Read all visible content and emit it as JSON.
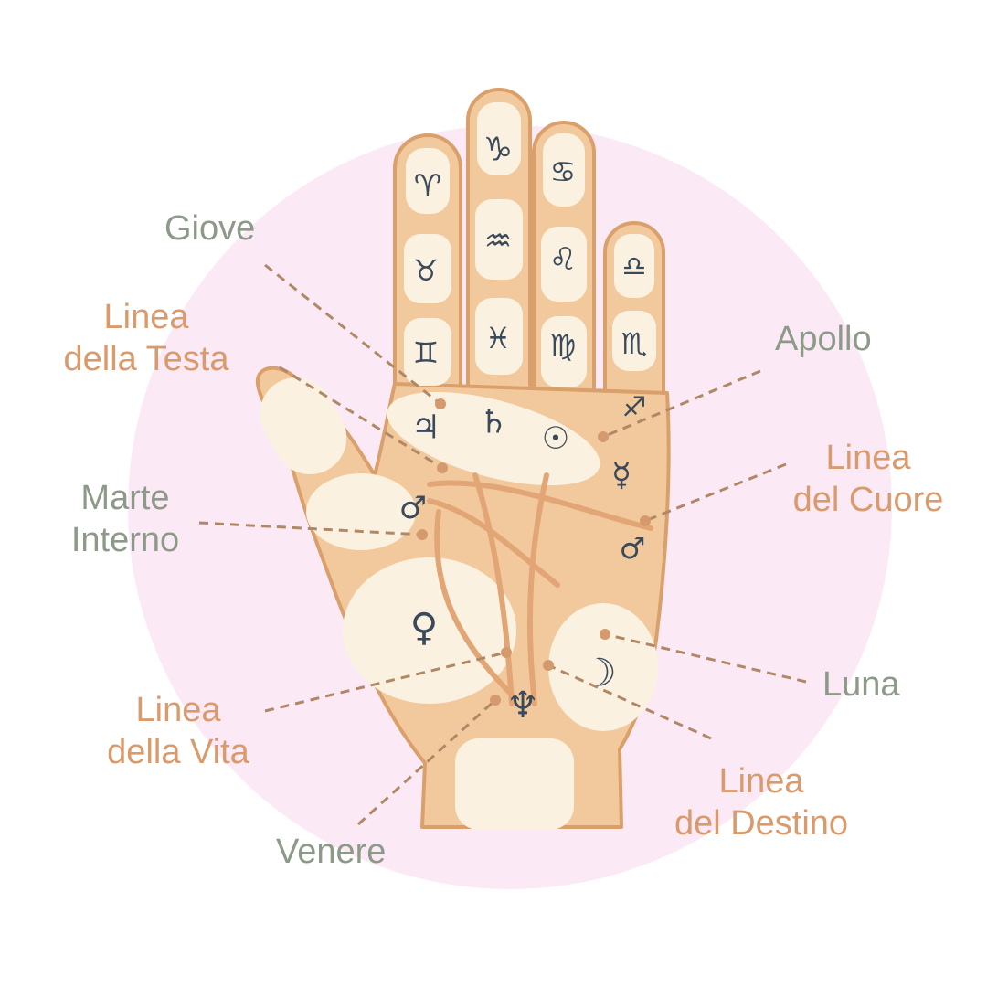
{
  "colors": {
    "background_circle": "#fbeaf6",
    "palm": "#f2c99c",
    "palm_outline": "#d9a06b",
    "pad": "#fbf1e1",
    "symbol": "#3a4a5a",
    "leader": "#b08866",
    "label_green": "#8d9a8a",
    "label_orange": "#d99a6c"
  },
  "labels": {
    "giove": "Giove",
    "linea_testa_1": "Linea",
    "linea_testa_2": "della Testa",
    "marte_1": "Marte",
    "marte_2": "Interno",
    "linea_vita_1": "Linea",
    "linea_vita_2": "della Vita",
    "venere": "Venere",
    "apollo": "Apollo",
    "linea_cuore_1": "Linea",
    "linea_cuore_2": "del Cuore",
    "luna": "Luna",
    "linea_destino_1": "Linea",
    "linea_destino_2": "del Destino"
  },
  "symbols": {
    "index": {
      "top": "♈",
      "middle": "♉",
      "bottom": "♊"
    },
    "middle": {
      "top": "♑",
      "middle": "♒",
      "bottom": "♓"
    },
    "ring": {
      "top": "♋",
      "middle": "♌",
      "bottom": "♍"
    },
    "pinky": {
      "top": "♎",
      "middle": "♏",
      "bottom": "♐"
    },
    "jupiter": "♃",
    "saturn": "♄",
    "sun": "☉",
    "mercury": "☿",
    "mars_inner": "♂",
    "mars_outer": "♂",
    "venus": "♀",
    "moon": "☽",
    "neptune": "♆"
  }
}
